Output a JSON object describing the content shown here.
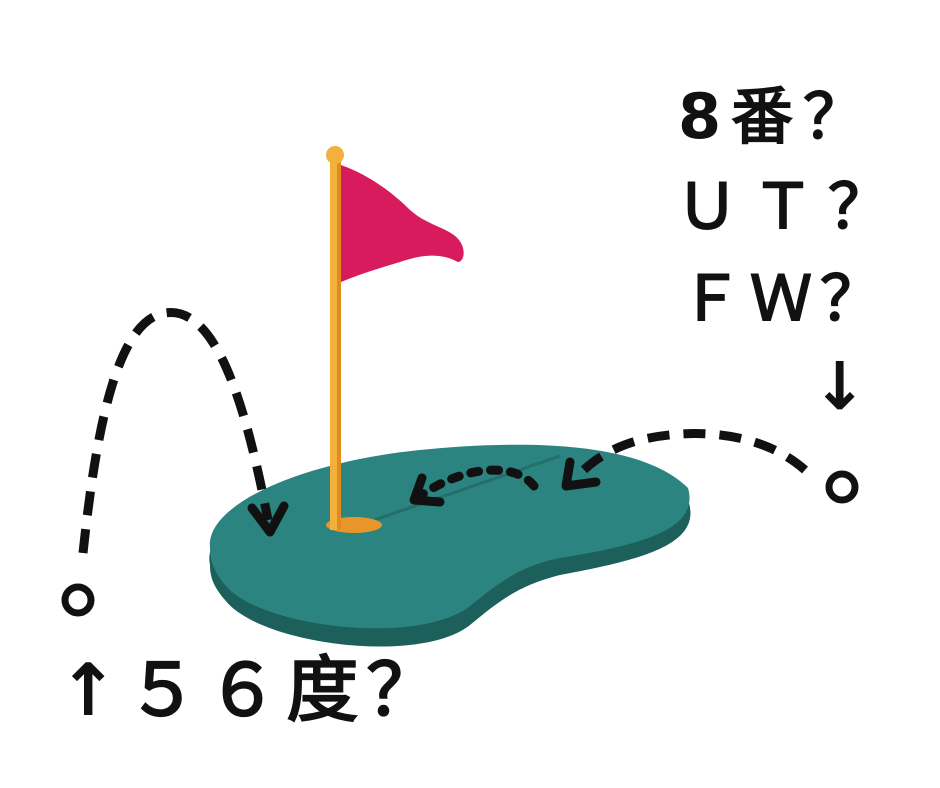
{
  "labels": {
    "club_8_iron": "8番？",
    "club_ut": "ＵＴ？",
    "club_fw": "ＦＷ？",
    "arrow_down": "↓",
    "wedge_loft": "↑５６度？"
  },
  "colors": {
    "green_top": "#2b8480",
    "green_side": "#1c5f5b",
    "green_line": "#246f6b",
    "flag": "#d81b5c",
    "pole": "#f2b03c",
    "pole_shade": "#e08a20",
    "hole": "#e8962a",
    "ink": "#111111"
  },
  "icons": {
    "ball_right": "golf-ball-icon",
    "ball_left": "golf-ball-icon",
    "flag": "flag-icon"
  }
}
